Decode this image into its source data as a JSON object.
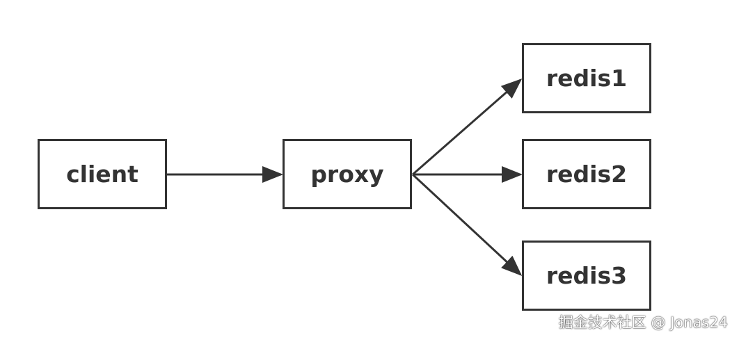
{
  "nodes": {
    "client": "client",
    "proxy": "proxy",
    "redis1": "redis1",
    "redis2": "redis2",
    "redis3": "redis3"
  },
  "edges": [
    {
      "from": "client",
      "to": "proxy"
    },
    {
      "from": "proxy",
      "to": "redis1"
    },
    {
      "from": "proxy",
      "to": "redis2"
    },
    {
      "from": "proxy",
      "to": "redis3"
    }
  ],
  "watermark": "掘金技术社区 @ Jonas24",
  "colors": {
    "stroke": "#333333",
    "background": "#ffffff"
  }
}
